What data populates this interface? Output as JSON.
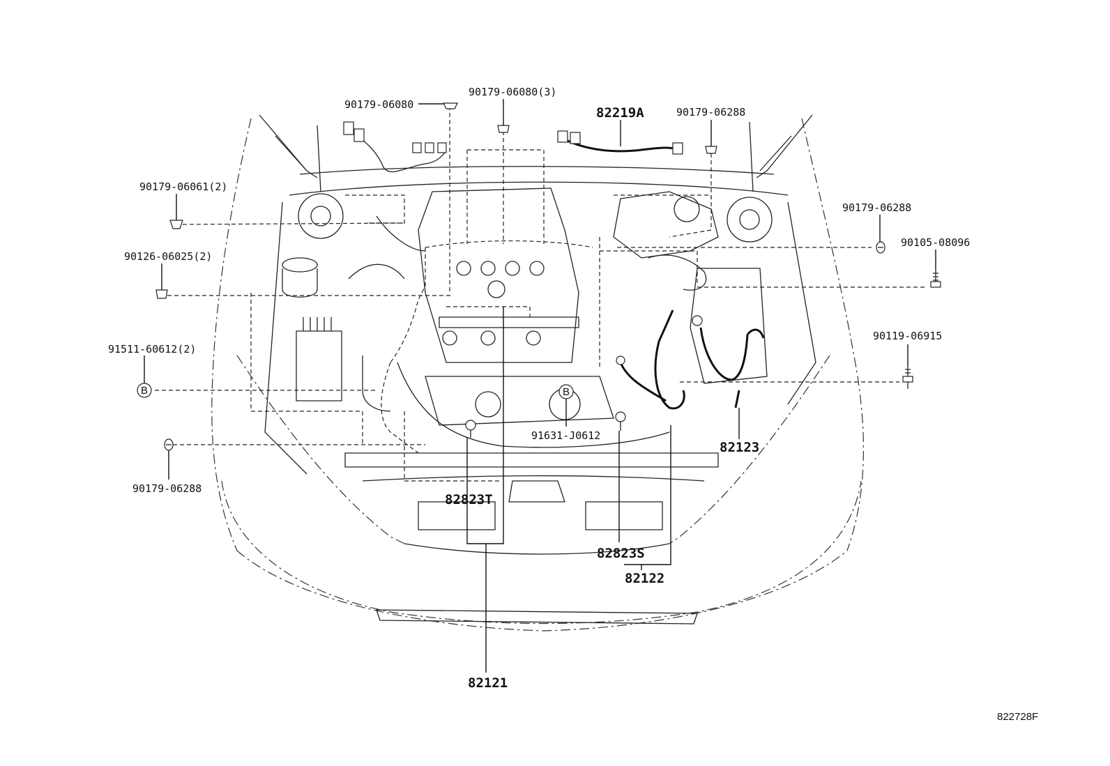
{
  "diagram": {
    "reference_code": "822728F",
    "callouts": {
      "c_90179_06080": "90179-06080",
      "c_90179_06080_3": "90179-06080(3)",
      "c_82219A": "82219A",
      "c_90179_06288_top": "90179-06288",
      "c_90179_06061_2": "90179-06061(2)",
      "c_90179_06288_right": "90179-06288",
      "c_90105_08096": "90105-08096",
      "c_90126_06025_2": "90126-06025(2)",
      "c_90119_06915": "90119-06915",
      "c_91511_60612_2": "91511-60612(2)",
      "c_91631_J0612": "91631-J0612",
      "c_82123": "82123",
      "c_90179_06288_left": "90179-06288",
      "c_82823T": "82823T",
      "c_82823S": "82823S",
      "c_82122": "82122",
      "c_82121": "82121"
    },
    "markers": {
      "b_left": "B",
      "b_center": "B"
    }
  }
}
